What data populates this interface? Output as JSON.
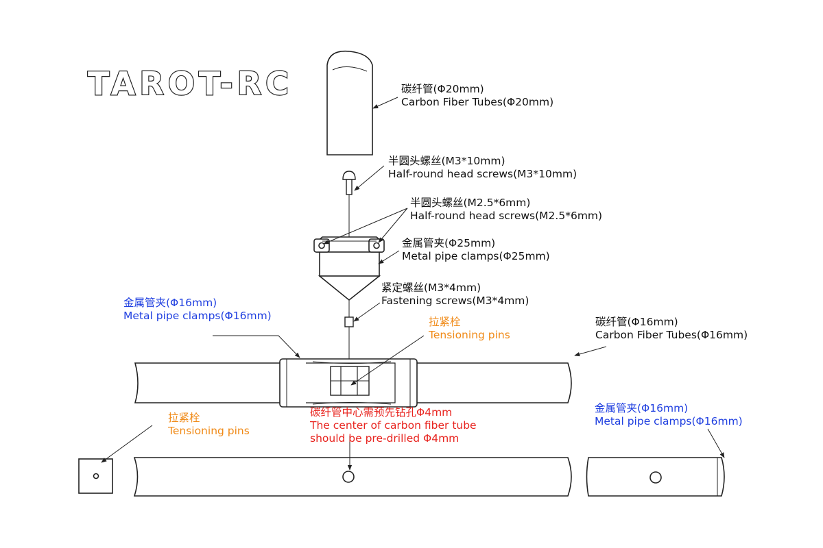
{
  "logo": {
    "text": "TAROT-RC"
  },
  "labels": {
    "carbon_tube_20": {
      "zh": "碳纤管(Φ20mm)",
      "en": "Carbon Fiber Tubes(Φ20mm)"
    },
    "screw_m3x10": {
      "zh": "半圆头螺丝(M3*10mm)",
      "en": "Half-round head screws(M3*10mm)"
    },
    "screw_m25x6": {
      "zh": "半圆头螺丝(M2.5*6mm)",
      "en": "Half-round head screws(M2.5*6mm)"
    },
    "clamp_25": {
      "zh": "金属管夹(Φ25mm)",
      "en": "Metal pipe clamps(Φ25mm)"
    },
    "fastening_screws": {
      "zh": "紧定螺丝(M3*4mm)",
      "en": "Fastening screws(M3*4mm)"
    },
    "clamp_16_left": {
      "zh": "金属管夹(Φ16mm)",
      "en": "Metal pipe clamps(Φ16mm)"
    },
    "tension_pins_top": {
      "zh": "拉紧栓",
      "en": "Tensioning pins"
    },
    "carbon_tube_16": {
      "zh": "碳纤管(Φ16mm)",
      "en": "Carbon Fiber Tubes(Φ16mm)"
    },
    "predrill": {
      "zh": "碳纤管中心需预先钻孔Φ4mm",
      "en1": "The center of carbon fiber tube",
      "en2": "should be pre-drilled Φ4mm"
    },
    "tension_pins_bottom": {
      "zh": "拉紧栓",
      "en": "Tensioning pins"
    },
    "clamp_16_right": {
      "zh": "金属管夹(Φ16mm)",
      "en": "Metal pipe clamps(Φ16mm)"
    }
  },
  "colors": {
    "line": "#222222",
    "blue": "#1f3fe0",
    "orange": "#f08a17",
    "red": "#e8231e"
  }
}
